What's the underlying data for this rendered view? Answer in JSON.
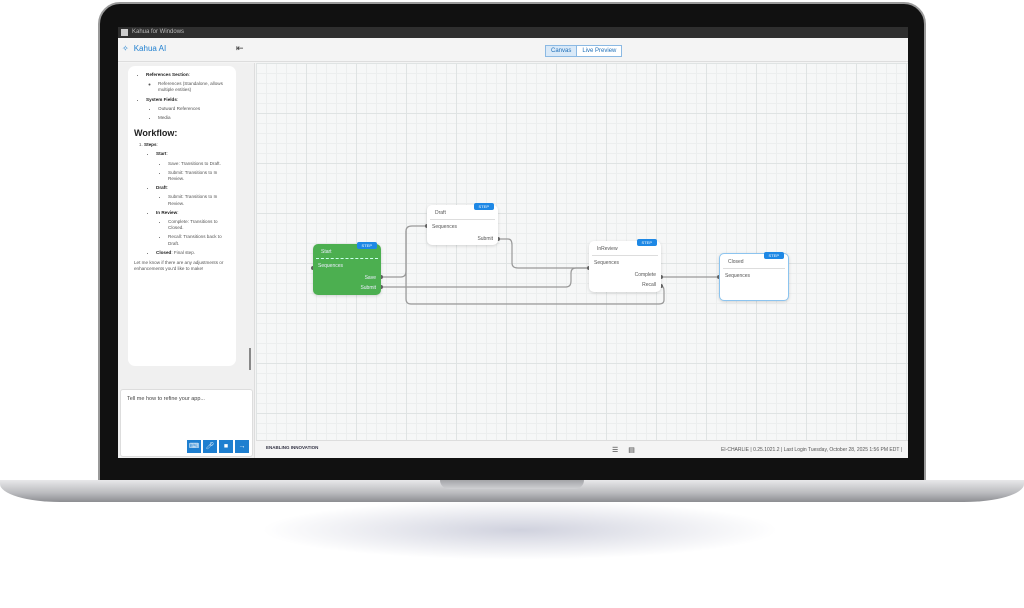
{
  "window_title": "Kahua for Windows",
  "header": {
    "brand": "Kahua AI",
    "collapse_icon": "⇤",
    "tabs": [
      "Canvas",
      "Live Preview"
    ]
  },
  "chat": {
    "refs_title": "References Section",
    "refs_item": "References (Standalone, allows multiple entities)",
    "sys_title": "System Fields",
    "sys_items": [
      "Outward References",
      "Media"
    ],
    "workflow_heading": "Workflow:",
    "steps_label": "Steps",
    "start_label": "Start",
    "start_items": [
      "Save: Transitions to Draft.",
      "Submit: Transitions to In Review."
    ],
    "draft_label": "Draft",
    "draft_items": [
      "Submit: Transitions to In Review."
    ],
    "review_label": "In Review",
    "review_items": [
      "Complete: Transitions to Closed.",
      "Recall: Transitions back to Draft."
    ],
    "closed_label": "Closed",
    "closed_text": ": Final step.",
    "closing": "Let me know if there are any adjustments or enhancements you'd like to make!"
  },
  "input": {
    "placeholder": "Tell me how to refine your app..."
  },
  "nodes": {
    "start": {
      "title": "Start",
      "section": "Sequences",
      "outputs": [
        "Save",
        "Submit"
      ],
      "badge": "STEP"
    },
    "draft": {
      "title": "Draft",
      "section": "Sequences",
      "outputs": [
        "Submit"
      ],
      "badge": "STEP"
    },
    "inreview": {
      "title": "InReview",
      "section": "Sequences",
      "outputs": [
        "Complete",
        "Recall"
      ],
      "badge": "STEP"
    },
    "closed": {
      "title": "Closed",
      "section": "Sequences",
      "badge": "STEP"
    }
  },
  "footer": {
    "logo": "ENABLING INNOVATION",
    "user": "EI-CHARLIE",
    "version": "0.25.1021.2",
    "last_login": "Last Login Tuesday, October 28, 2025 1:56 PM EDT"
  },
  "colors": {
    "accent": "#1e7fd0",
    "start_node": "#4caf50"
  }
}
